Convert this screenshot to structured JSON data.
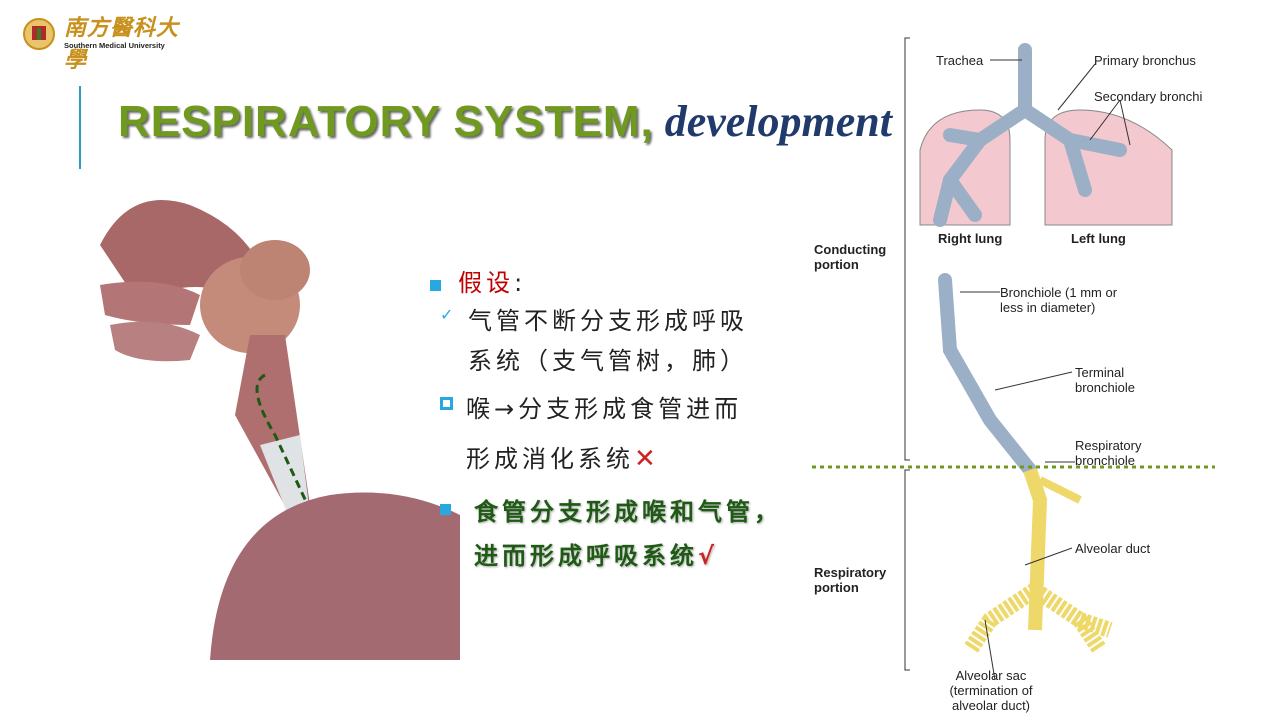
{
  "logo": {
    "cn": "南方醫科大學",
    "en": "Southern Medical University"
  },
  "title": {
    "main": "RESPIRATORY SYSTEM,",
    "sub": " development"
  },
  "bullets": {
    "hypothesis": "假设",
    "colon": ":",
    "line1a": "气管不断分支形成呼吸",
    "line1b": "系统（支气管树，肺）",
    "line2a": "喉→分支形成食管进而",
    "line2b": "形成消化系统",
    "cross": "✕",
    "line3a": "食管分支形成喉和气管，",
    "line3b": "进而形成呼吸系统",
    "check": "√"
  },
  "diagram": {
    "trachea": "Trachea",
    "primary": "Primary bronchus",
    "secondary": "Secondary bronchi",
    "right_lung": "Right lung",
    "left_lung": "Left lung",
    "conducting": "Conducting portion",
    "bronchiole": "Bronchiole (1 mm or less in diameter)",
    "terminal": "Terminal bronchiole",
    "respiratory_bronchiole": "Respiratory bronchiole",
    "alveolar_duct": "Alveolar duct",
    "respiratory": "Respiratory portion",
    "alveolar_sac": "Alveolar sac (termination of alveolar duct)"
  },
  "colors": {
    "accent": "#27a9df",
    "green": "#6f9a1f",
    "navy": "#1f3a6b",
    "red": "#c00000",
    "darkgreen": "#1e5a14"
  }
}
